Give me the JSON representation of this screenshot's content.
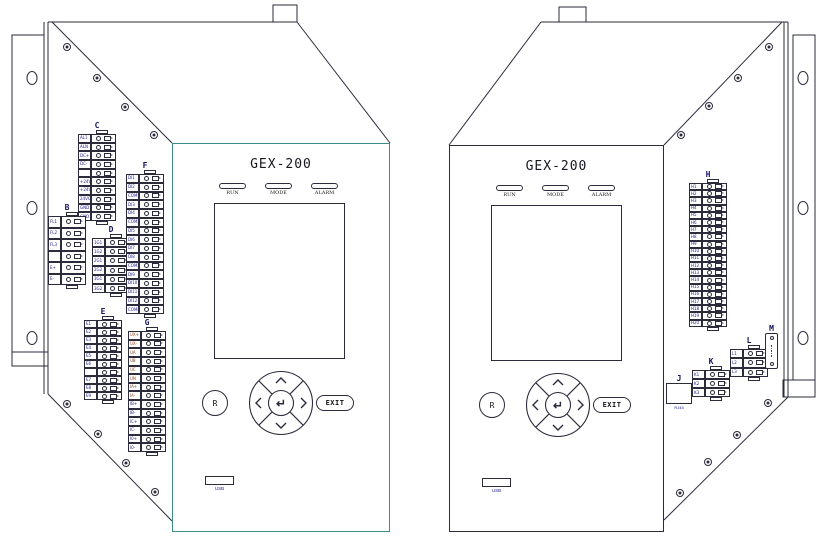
{
  "colors": {
    "accent_teal": "#3C8C8C",
    "line": "#2B2B3C",
    "label_blue": "#16168C",
    "label_red": "#8A4226"
  },
  "device_left": {
    "model": "GEX-200",
    "leds": [
      "RUN",
      "MODE",
      "ALARM"
    ],
    "buttons": {
      "reset": "R",
      "enter": "↵",
      "exit": "EXIT",
      "usb": "USB"
    },
    "connectors": [
      {
        "id": "C",
        "rows": [
          "AL1",
          "ALN",
          "DC+",
          "DC-",
          "",
          "+24V",
          "+24V",
          "24VG",
          "GND",
          "GND"
        ]
      },
      {
        "id": "B",
        "rows": [
          "FL1",
          "FL2",
          "FL3",
          "",
          "E+",
          "E-"
        ]
      },
      {
        "id": "D",
        "rows": [
          "1G1",
          "1G2",
          "2G1",
          "2G2",
          "3G1",
          "3G2"
        ]
      },
      {
        "id": "F",
        "rows": [
          "DI1",
          "DI2",
          "COM1",
          "DI3",
          "DI4",
          "COM2",
          "DI5",
          "DI6",
          "DI7",
          "DI8",
          "COM3",
          "DI9",
          "DI10",
          "DI11",
          "DI12",
          "COM4"
        ]
      },
      {
        "id": "E",
        "rows": [
          "E1",
          "E2",
          "E3",
          "E4",
          "E5",
          "E6",
          "",
          "E7",
          "E8",
          "E9"
        ]
      },
      {
        "id": "G",
        "rows": [
          "UX+",
          "UX-",
          "UA",
          "UB",
          "UC",
          "UN",
          "IA+",
          "IA-",
          "IB+",
          "IB-",
          "IC+",
          "IC-",
          "I0+",
          "I0-"
        ]
      }
    ]
  },
  "device_right": {
    "model": "GEX-200",
    "leds": [
      "RUN",
      "MODE",
      "ALARM"
    ],
    "buttons": {
      "reset": "R",
      "enter": "↵",
      "exit": "EXIT",
      "usb": "USB"
    },
    "connectors": [
      {
        "id": "H",
        "rows": [
          "H1",
          "H2",
          "H3",
          "H4",
          "H5",
          "H6",
          "H7",
          "H8",
          "H9",
          "H10",
          "H11",
          "H12",
          "H13",
          "H14",
          "H15",
          "H16",
          "H17",
          "H18",
          "H19",
          "H20"
        ]
      },
      {
        "id": "J",
        "sub_label": "RJ45"
      },
      {
        "id": "K",
        "rows": [
          "K1",
          "K2",
          "K3"
        ]
      },
      {
        "id": "L",
        "rows": [
          "L1",
          "L2",
          "L3"
        ]
      },
      {
        "id": "M"
      }
    ]
  }
}
